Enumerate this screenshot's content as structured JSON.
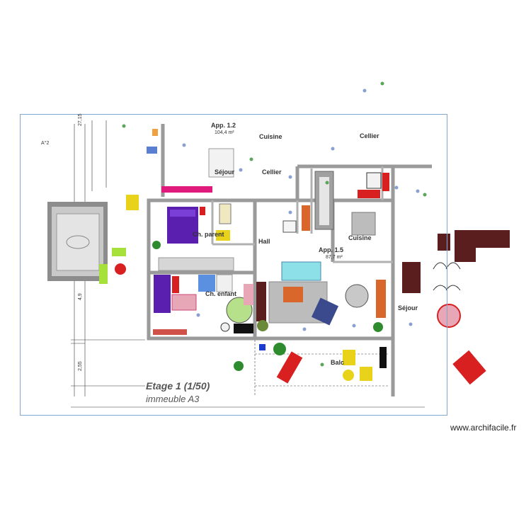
{
  "plan": {
    "title": "Etage 1 (1/50)",
    "subtitle": "immeuble A3",
    "watermark": "www.archifacile.fr",
    "rooms": {
      "app12": "App. 1.2",
      "app12_area": "104,4 m²",
      "cuisine_top": "Cuisine",
      "cellier_top": "Cellier",
      "sejour_left": "Séjour",
      "cellier_mid": "Cellier",
      "ch_parent": "Ch. parent",
      "hall": "Hall",
      "app15": "App. 1.5",
      "app15_area": "87,7 m²",
      "cuisine_right": "Cuisine",
      "ch_enfant": "Ch. enfant",
      "sejour_right": "Séjour",
      "balcon": "Balc"
    },
    "dims": {
      "left_top": "27,15",
      "left_mid": "4,9",
      "left_low": "2,55",
      "north_label": "A°2"
    }
  },
  "colors": {
    "wall": "#9a9a9a",
    "frame": "#7fa7cf",
    "purple_bed": "#5b1fb0",
    "pink": "#e8a7b7",
    "magenta": "#e0197d",
    "orange": "#d9662b",
    "red": "#d82020",
    "yellow": "#e8d31a",
    "cyan": "#8ee0e8",
    "dark_sofa": "#5a1e1e",
    "dark_blue": "#3b4a8c"
  }
}
